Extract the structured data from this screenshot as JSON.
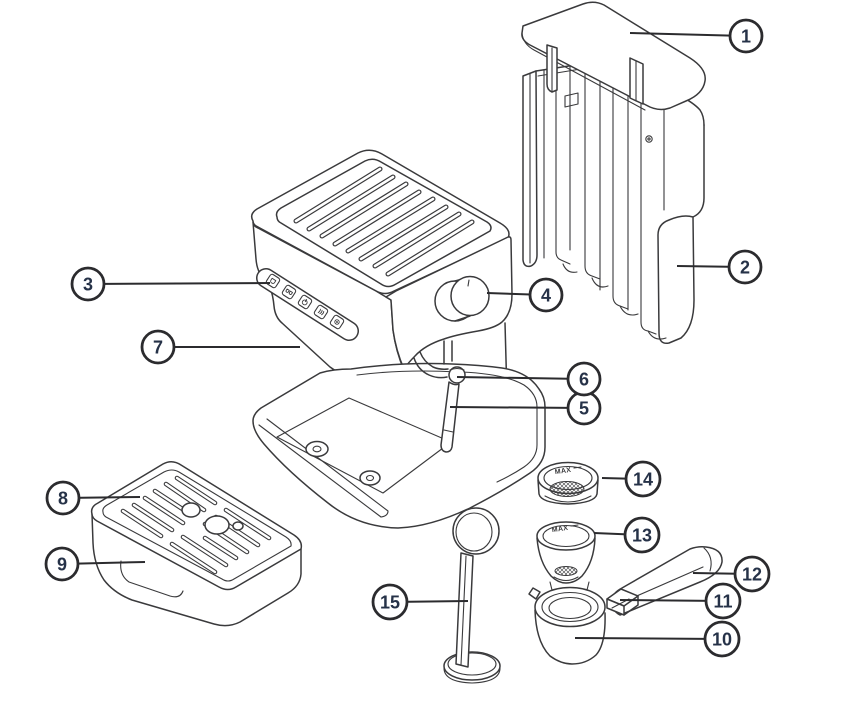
{
  "figure": {
    "background": "#ffffff",
    "line_color": "#3a3a3c",
    "callout_ring_color": "#2b2b2e",
    "callout_number_color": "#263248"
  },
  "labels": {
    "basket_max_upper": "MAX",
    "basket_max_lower": "MAX"
  },
  "callouts": [
    {
      "number": "1",
      "part": "water-tank-lid"
    },
    {
      "number": "2",
      "part": "water-tank"
    },
    {
      "number": "3",
      "part": "control-buttons"
    },
    {
      "number": "4",
      "part": "steam-knob"
    },
    {
      "number": "5",
      "part": "steam-wand"
    },
    {
      "number": "6",
      "part": "steam-wand-joint"
    },
    {
      "number": "7",
      "part": "machine-body"
    },
    {
      "number": "8",
      "part": "drip-tray-grid"
    },
    {
      "number": "9",
      "part": "drip-tray"
    },
    {
      "number": "10",
      "part": "portafilter-cup"
    },
    {
      "number": "11",
      "part": "portafilter-latch"
    },
    {
      "number": "12",
      "part": "portafilter-handle"
    },
    {
      "number": "13",
      "part": "filter-basket-single"
    },
    {
      "number": "14",
      "part": "filter-basket-double"
    },
    {
      "number": "15",
      "part": "tamper-scoop"
    }
  ]
}
